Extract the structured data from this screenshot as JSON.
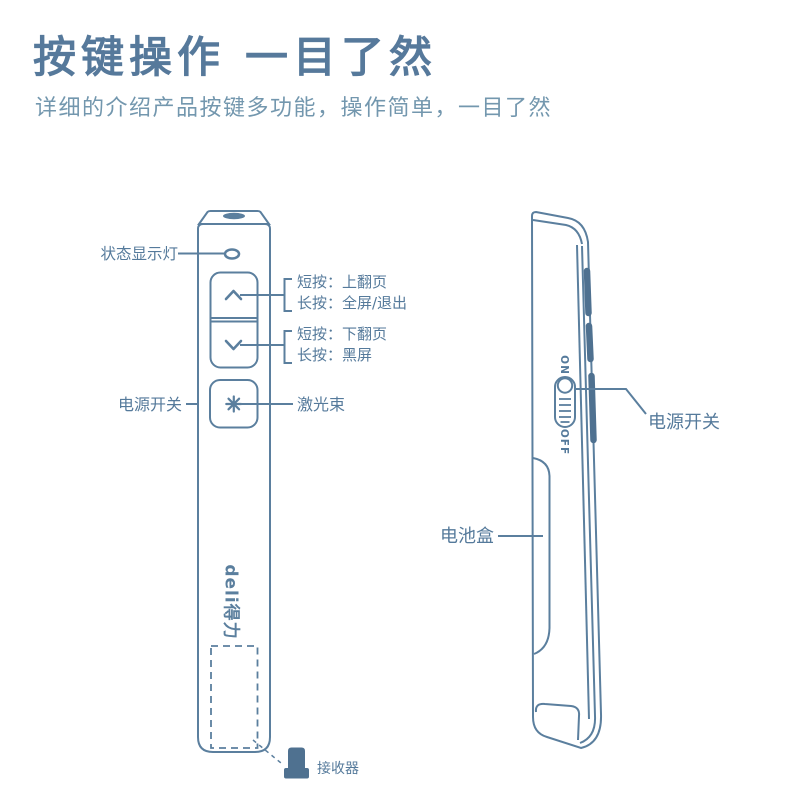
{
  "header": {
    "title": "按键操作 一目了然",
    "subtitle": "详细的介绍产品按键多功能，操作简单，一目了然"
  },
  "front_view": {
    "logo": "deli得力",
    "labels": {
      "status_light": "状态显示灯",
      "power_switch": "电源开关",
      "laser": "激光束",
      "receiver": "接收器"
    },
    "buttons": {
      "up": {
        "short": "短按：上翻页",
        "long": "长按：全屏/退出"
      },
      "down": {
        "short": "短按：下翻页",
        "long": "长按：黑屏"
      }
    }
  },
  "side_view": {
    "labels": {
      "power_switch": "电源开关",
      "battery_box": "电池盒"
    },
    "switch": {
      "on": "ON",
      "off": "OFF"
    }
  },
  "colors": {
    "line": "#5b7f9e",
    "dark_fill": "#4f7190",
    "title": "#56799b",
    "subtitle": "#7397ae",
    "label": "#557a9b",
    "background": "#ffffff"
  }
}
